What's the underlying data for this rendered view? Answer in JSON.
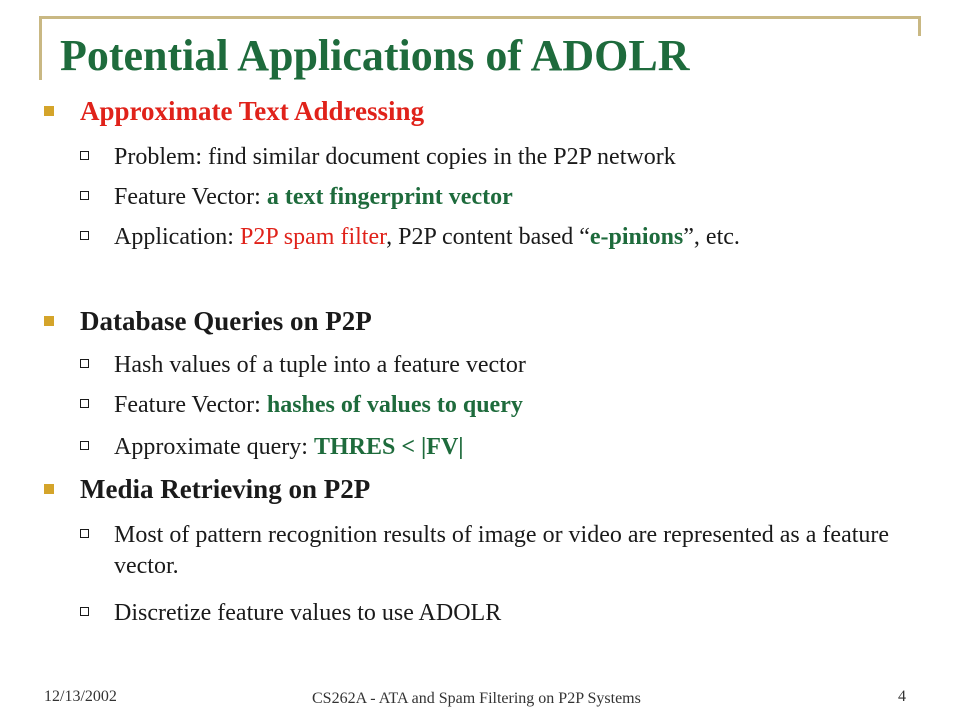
{
  "slide": {
    "title": "Potential Applications of ADOLR",
    "sections": [
      {
        "heading": "Approximate Text Addressing",
        "items": [
          {
            "prefix": "Problem: find similar document copies in the P2P network"
          },
          {
            "prefix": "Feature Vector: ",
            "highlight": "a text fingerprint vector"
          },
          {
            "prefix": "Application: ",
            "red": "P2P spam filter",
            "middle": ", P2P content based “",
            "highlight": "e-pinions",
            "suffix": "”, etc."
          }
        ]
      },
      {
        "heading": "Database Queries on P2P",
        "items": [
          {
            "prefix": "Hash values of a tuple into a feature vector"
          },
          {
            "prefix": "Feature Vector: ",
            "highlight": "hashes of values to query"
          },
          {
            "prefix": "Approximate query: ",
            "highlight": "THRES < |FV|"
          }
        ]
      },
      {
        "heading": "Media Retrieving on P2P",
        "items": [
          {
            "prefix": "Most of pattern recognition results of image or video are represented as a feature vector."
          },
          {
            "prefix": "Discretize feature values to use ADOLR"
          }
        ]
      }
    ]
  },
  "footer": {
    "date": "12/13/2002",
    "course": "CS262A - ATA and Spam Filtering on P2P Systems",
    "page_number": "4"
  },
  "colors": {
    "title": "#1e6b3c",
    "heading_red": "#e0221a",
    "highlight_green": "#1e6b3c",
    "bullet_gold": "#d4a42a",
    "frame": "#c9b883"
  }
}
